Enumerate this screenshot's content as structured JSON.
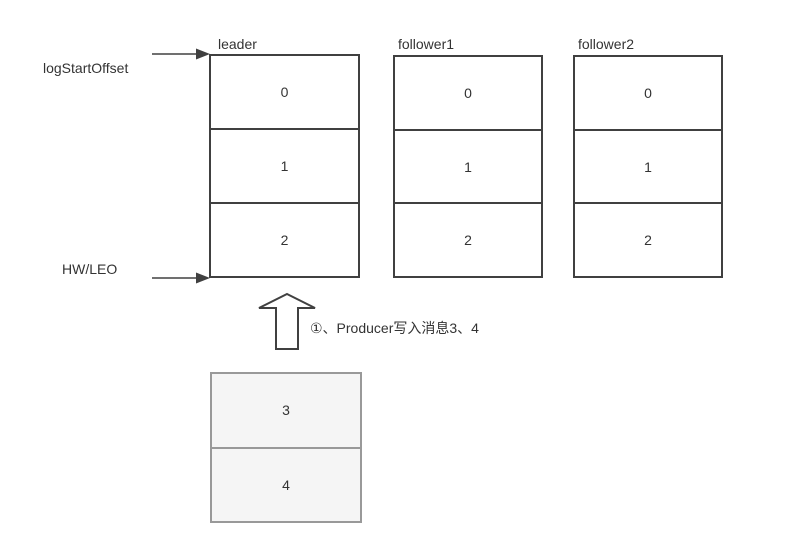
{
  "diagram": {
    "pointers": {
      "log_start_offset_label": "logStartOffset",
      "hw_leo_label": "HW/LEO"
    },
    "replicas": [
      {
        "name": "leader",
        "cells": [
          "0",
          "1",
          "2"
        ]
      },
      {
        "name": "follower1",
        "cells": [
          "0",
          "1",
          "2"
        ]
      },
      {
        "name": "follower2",
        "cells": [
          "0",
          "1",
          "2"
        ]
      }
    ],
    "producer": {
      "annotation": "①、Producer写入消息3、4",
      "cells": [
        "3",
        "4"
      ]
    },
    "colors": {
      "box_border": "#404040",
      "producer_border": "#999999",
      "producer_fill": "#f5f5f5",
      "text": "#333333"
    }
  }
}
